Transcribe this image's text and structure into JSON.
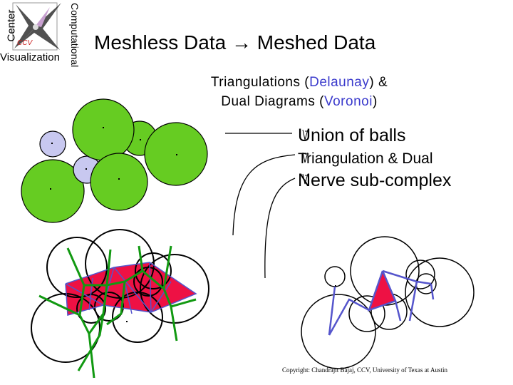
{
  "logo": {
    "word_left": "Center",
    "word_right": "Computational",
    "word_bottom": "Visualization",
    "mark": "CCV"
  },
  "header": {
    "title_left": "Meshless Data",
    "arrow": "→",
    "title_right": "Meshed Data"
  },
  "subtitle": {
    "line1_prefix": "Triangulations (",
    "line1_highlight": "Delaunay",
    "line1_suffix": ") &",
    "line2_prefix": "Dual Diagrams (",
    "line2_highlight": "Voronoi",
    "line2_suffix": ")"
  },
  "bullets": [
    {
      "icon": "arrow-bullet-icon",
      "text": "Union of balls"
    },
    {
      "icon": "arrow-bullet-icon",
      "text": "Triangulation & Dual"
    },
    {
      "icon": "arrow-bullet-icon",
      "text": "Nerve sub-complex"
    }
  ],
  "copyright": "Copyright: Chandrajit Bajaj, CCV, University of Texas at Austin",
  "colors": {
    "ball_green": "#66cc22",
    "ball_lavender": "#c8c8f0",
    "triangle_red": "#ee1144",
    "edge_blue": "#5555cc",
    "voronoi_green": "#119911",
    "subtitle_highlight": "#3a3acc"
  }
}
